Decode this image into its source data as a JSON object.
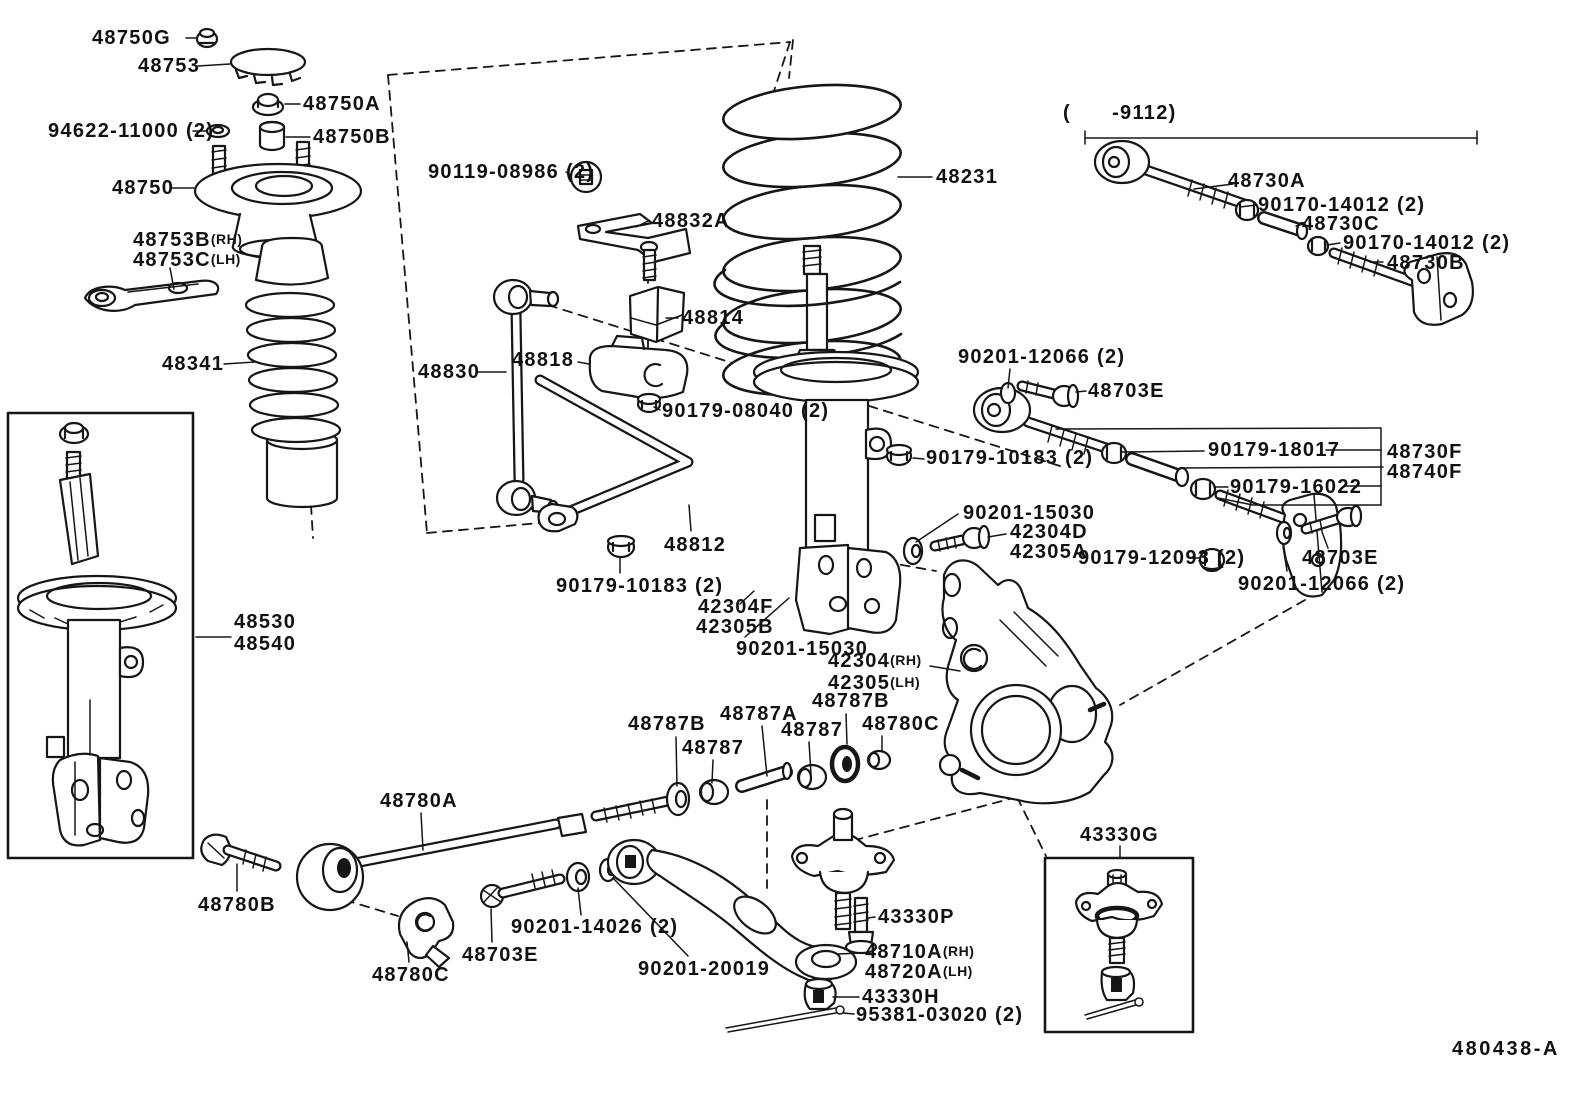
{
  "figure_code": "480438-A",
  "variant_range": "(      -9112)",
  "labels": {
    "p48750g": "48750G",
    "p48753": "48753",
    "p48750a": "48750A",
    "p94622_11000": "94622-11000 (2)",
    "p48750b": "48750B",
    "p48750": "48750",
    "p48753b": "48753B",
    "p48753c": "48753C",
    "rh": "(RH)",
    "lh": "(LH)",
    "p48341": "48341",
    "p90119_08986": "90119-08986 (2)",
    "p48832a": "48832A",
    "p48814": "48814",
    "p48818": "48818",
    "p48830": "48830",
    "p90179_08040": "90179-08040 (2)",
    "p48231": "48231",
    "p48730a": "48730A",
    "p90170_14012": "90170-14012 (2)",
    "p48730c": "48730C",
    "p48730b": "48730B",
    "p90201_12066": "90201-12066 (2)",
    "p48703e": "48703E",
    "p90179_10183": "90179-10183 (2)",
    "p90179_18017": "90179-18017",
    "p48730f": "48730F",
    "p48740f": "48740F",
    "p90179_16022": "90179-16022",
    "p90201_15030": "90201-15030",
    "p42304d": "42304D",
    "p42305a": "42305A",
    "p90179_12093": "90179-12093 (2)",
    "p48812": "48812",
    "p42304f": "42304F",
    "p42305b": "42305B",
    "p42304": "42304",
    "p42305": "42305",
    "p48787b": "48787B",
    "p48787a": "48787A",
    "p48787": "48787",
    "p48780c": "48780C",
    "p48780a": "48780A",
    "p48780b": "48780B",
    "p90201_14026": "90201-14026 (2)",
    "p90201_20019": "90201-20019",
    "p43330p": "43330P",
    "p48710a": "48710A",
    "p48720a": "48720A",
    "p43330h": "43330H",
    "p95381_03020": "95381-03020 (2)",
    "p43330g": "43330G",
    "p48530": "48530",
    "p48540": "48540"
  }
}
